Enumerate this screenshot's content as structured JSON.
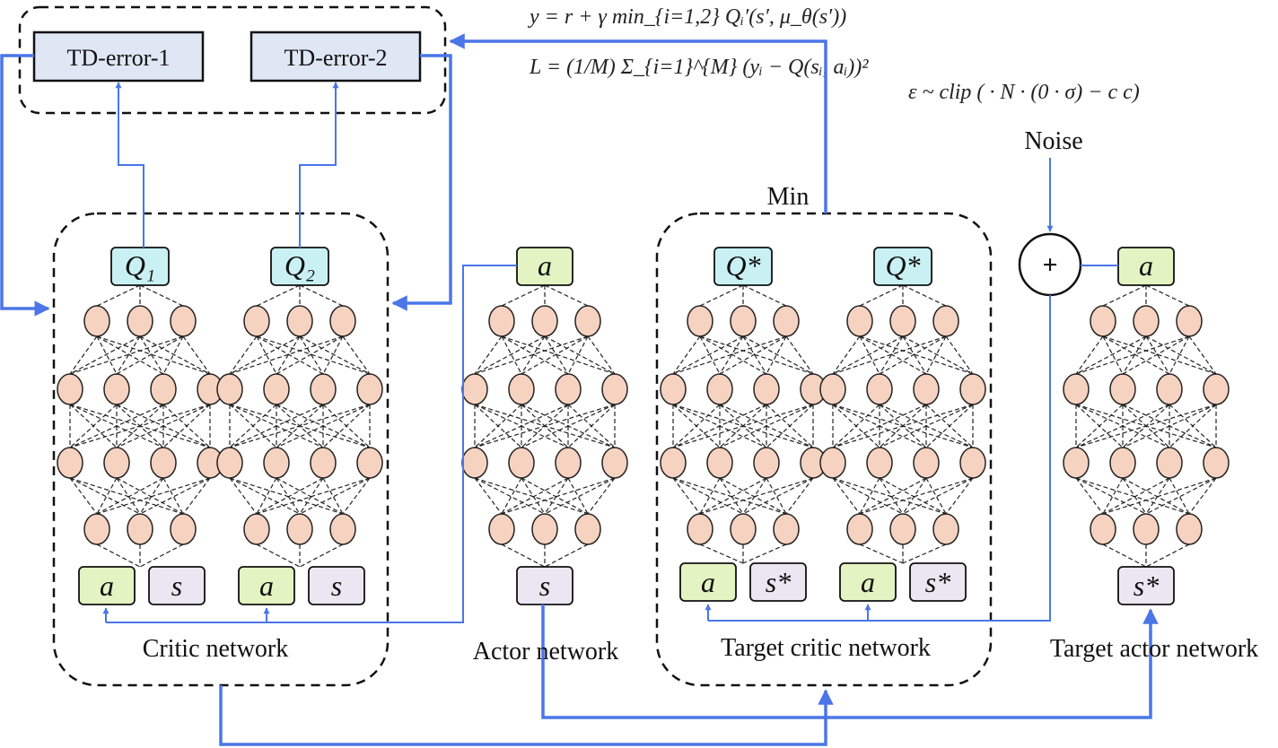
{
  "formulas": {
    "target_y": "y = r + γ min_{i=1,2} Qᵢ′(s′, μ_θ(s′))",
    "loss": "L = (1/M) Σ_{i=1}^{M} (yᵢ − Q(sᵢ, aᵢ))²",
    "noise_eq": "ε ~ clip ( · N · (0 · σ) − c  c)"
  },
  "labels": {
    "td_error_1": "TD-error-1",
    "td_error_2": "TD-error-2",
    "noise": "Noise",
    "min": "Min",
    "plus": "+",
    "critic_network": "Critic network",
    "actor_network": "Actor network",
    "target_critic_network": "Target critic network",
    "target_actor_network": "Target actor network"
  },
  "nodes": {
    "q1": "Q₁",
    "q2": "Q₂",
    "q_star": "Q*",
    "a": "a",
    "s": "s",
    "s_star": "s*"
  },
  "colors": {
    "arrow": "#4a76e8",
    "td_box": "#dfe7f5",
    "q_box": "#c9f1f4",
    "a_box": "#e3f3c2",
    "s_box": "#ebe7f2",
    "neuron": "#f6d2c1"
  }
}
